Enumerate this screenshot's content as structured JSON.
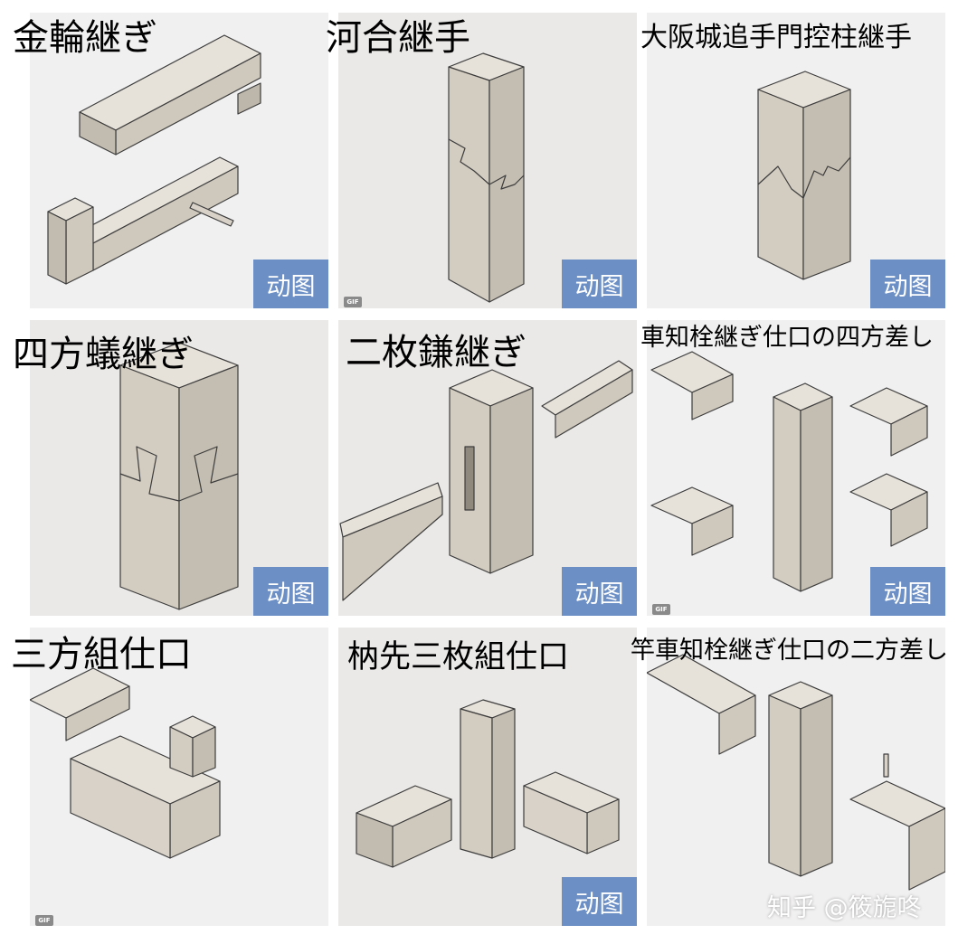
{
  "tiles": [
    {
      "title": "金輪継ぎ",
      "badge": "动图"
    },
    {
      "title": "河合継手",
      "badge": "动图",
      "gif": "GIF"
    },
    {
      "title": "大阪城追手門控柱継手",
      "badge": "动图"
    },
    {
      "title": "四方蟻継ぎ",
      "badge": "动图"
    },
    {
      "title": "二枚鎌継ぎ",
      "badge": "动图"
    },
    {
      "title": "車知栓継ぎ仕口の四方差し",
      "badge": "动图",
      "gif": "GIF"
    },
    {
      "title": "三方組仕口",
      "gif": "GIF"
    },
    {
      "title": "枘先三枚組仕口",
      "badge": "动图"
    },
    {
      "title": "竿車知栓継ぎ仕口の二方差し"
    }
  ],
  "watermark": "知乎 @筱旎咚",
  "colors": {
    "badge": "#6c8fc6",
    "wood": "#d8d2c9",
    "edge": "#3d3d3d",
    "tile_bg": "#ebe9e7"
  }
}
